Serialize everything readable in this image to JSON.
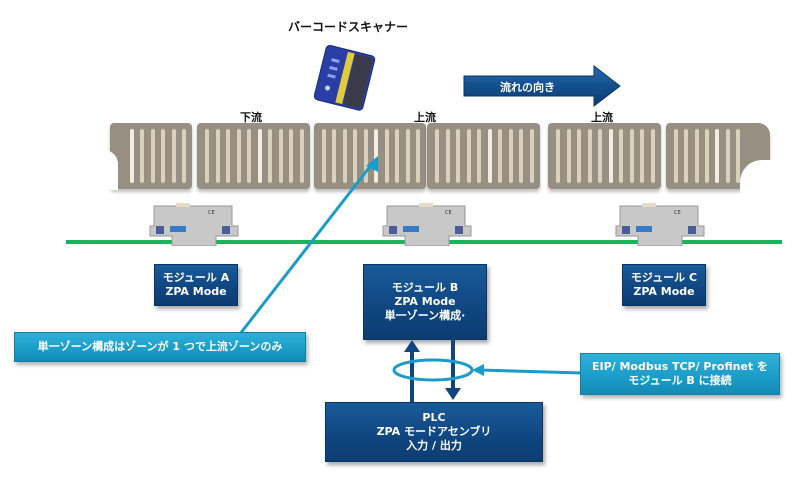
{
  "scanner": {
    "label": "バーコードスキャナー",
    "icon": "barcode-scanner-icon"
  },
  "flow_arrow": {
    "label": "流れの向き",
    "icon": "right-arrow-icon"
  },
  "zone_labels": {
    "downstream": "下流",
    "upstream_1": "上流",
    "upstream_2": "上流"
  },
  "modules": [
    {
      "id": "A",
      "line1": "モジュール A",
      "line2": "ZPA Mode"
    },
    {
      "id": "B",
      "line1": "モジュール B",
      "line2": "ZPA Mode",
      "line3": "単一ゾーン構成·"
    },
    {
      "id": "C",
      "line1": "モジュール C",
      "line2": "ZPA Mode"
    }
  ],
  "callouts": {
    "single_zone": "単一ゾーン構成はゾーンが 1 つで上流ゾーンのみ",
    "network_line1": "EIP/ Modbus TCP/ Profinet を",
    "network_line2": "モジュール B に接続"
  },
  "plc": {
    "line1": "PLC",
    "line2": "ZPA モードアセンブリ",
    "line3": "入力 / 出力"
  },
  "colors": {
    "navy": "#0f4680",
    "teal": "#1a9cc8",
    "green": "#1db35a",
    "conveyor": "#978f82"
  }
}
